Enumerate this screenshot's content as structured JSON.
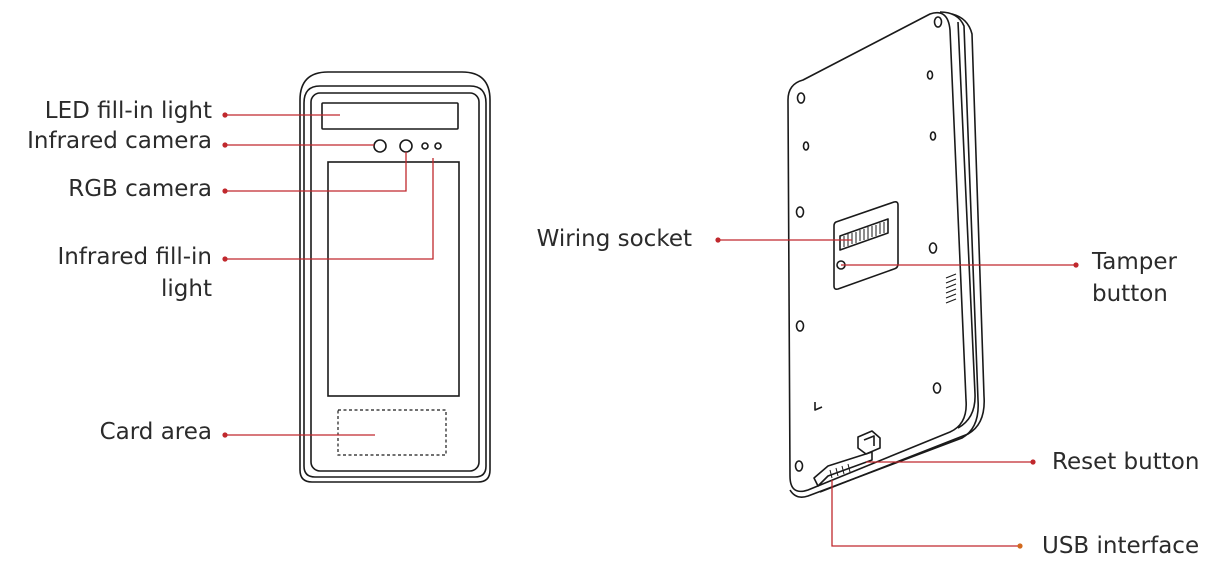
{
  "colors": {
    "leader": "#c0282d",
    "leader_usb": "#d2691e",
    "outline": "#1a1a1a"
  },
  "front_view": {
    "labels": {
      "led": "LED fill-in light",
      "ir_camera": "Infrared camera",
      "rgb_camera": "RGB camera",
      "ir_fill_line1": "Infrared fill-in",
      "ir_fill_line2": "light",
      "card_area": "Card area"
    }
  },
  "back_view": {
    "labels": {
      "wiring_socket": "Wiring socket",
      "tamper_line1": "Tamper",
      "tamper_line2": "button",
      "reset_button": "Reset button",
      "usb_interface": "USB interface"
    }
  }
}
